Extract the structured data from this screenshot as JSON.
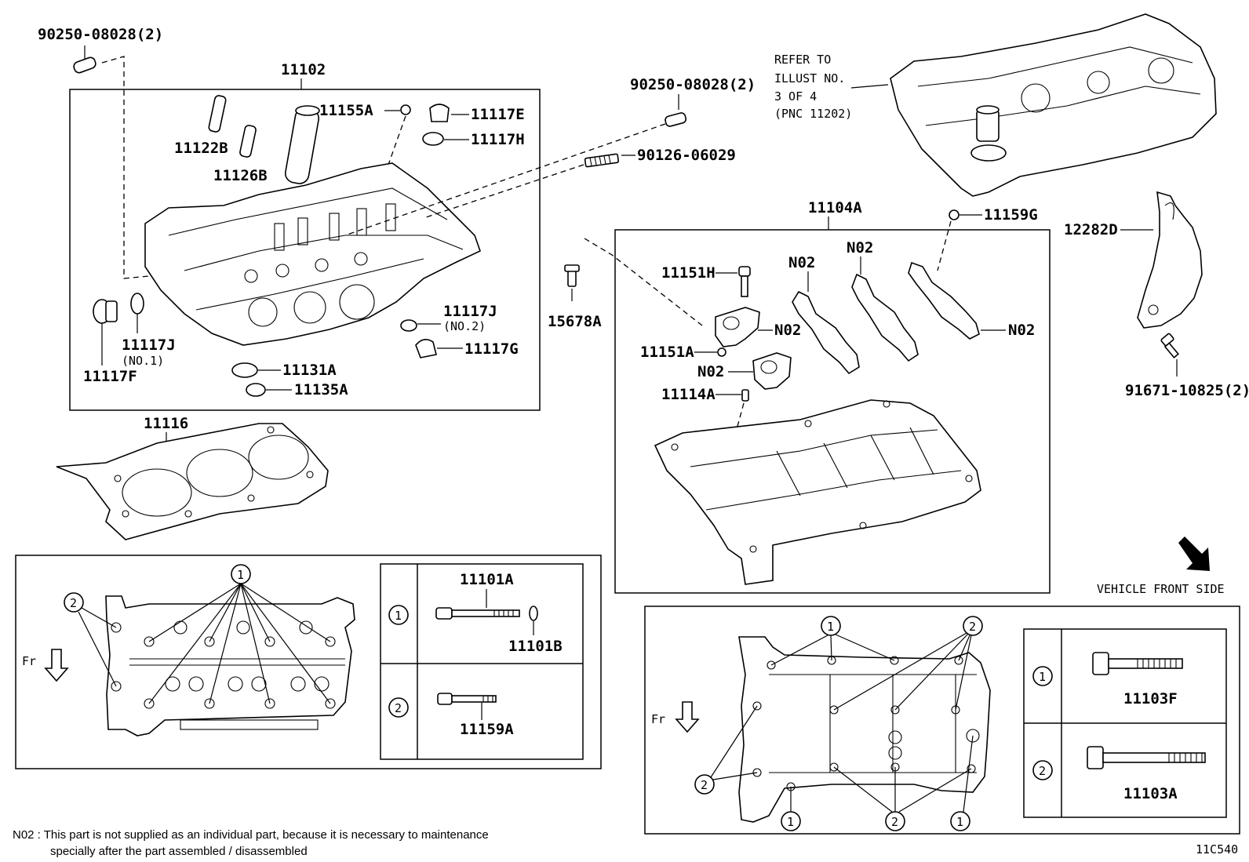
{
  "labels": {
    "p90250_top": "90250-08028(2)",
    "p11102": "11102",
    "p11155A": "11155A",
    "p11117E": "11117E",
    "p11117H": "11117H",
    "p11122B": "11122B",
    "p11126B": "11126B",
    "p90250_mid": "90250-08028(2)",
    "p90126": "90126-06029",
    "p11117J_a": "11117J",
    "p11117J_a_sub": "(NO.1)",
    "p11117F": "11117F",
    "p11117J_b": "11117J",
    "p11117J_b_sub": "(NO.2)",
    "p11117G": "11117G",
    "p11131A": "11131A",
    "p11135A": "11135A",
    "p11116": "11116",
    "p15678A": "15678A",
    "p11104A": "11104A",
    "p11159G": "11159G",
    "p11151H": "11151H",
    "p11151A": "11151A",
    "p11114A": "11114A",
    "n02_1": "N02",
    "n02_2": "N02",
    "n02_3": "N02",
    "n02_4": "N02",
    "n02_5": "N02",
    "p12282D": "12282D",
    "p91671": "91671-10825(2)",
    "p11101A": "11101A",
    "p11101B": "11101B",
    "p11159A": "11159A",
    "p11103F": "11103F",
    "p11103A": "11103A",
    "circle1": "1",
    "circle2": "2",
    "fr": "Fr",
    "vehicle_front": "VEHICLE FRONT SIDE",
    "diagram_id": "11C540"
  },
  "refer_note": [
    "REFER TO",
    "ILLUST NO.",
    "3 OF 4",
    "(PNC 11202)"
  ],
  "footnote": {
    "line1": "N02 : This part is not supplied as an individual part, because it is necessary to maintenance",
    "line2": "specially after the part assembled / disassembled"
  }
}
